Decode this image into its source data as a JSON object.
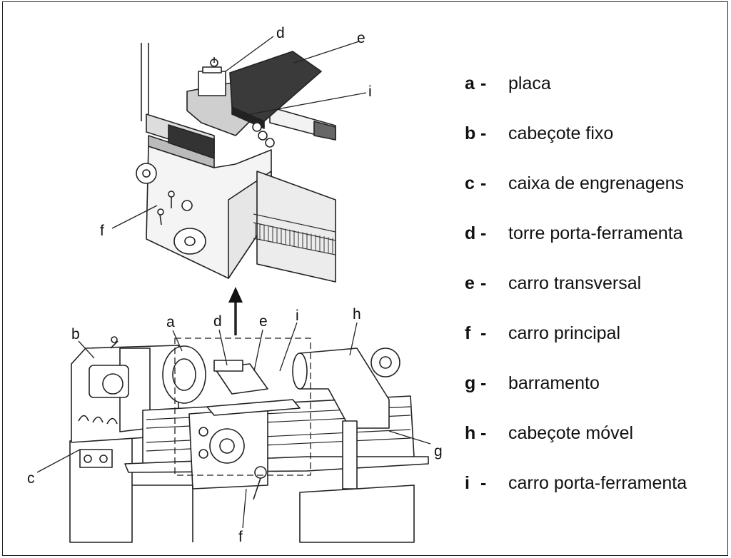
{
  "diagram": {
    "detail_labels": {
      "d": "d",
      "e": "e",
      "i": "i",
      "f": "f"
    },
    "main_labels": {
      "a": "a",
      "b": "b",
      "c": "c",
      "d": "d",
      "e": "e",
      "f": "f",
      "g": "g",
      "h": "h",
      "i": "i"
    }
  },
  "legend": [
    {
      "key": "a",
      "sep": "-",
      "text": "placa"
    },
    {
      "key": "b",
      "sep": "-",
      "text": "cabeçote fixo"
    },
    {
      "key": "c",
      "sep": "-",
      "text": "caixa de engrenagens"
    },
    {
      "key": "d",
      "sep": "-",
      "text": "torre porta-ferramenta"
    },
    {
      "key": "e",
      "sep": "-",
      "text": "carro transversal"
    },
    {
      "key": "f",
      "sep": "-",
      "text": "carro principal"
    },
    {
      "key": "g",
      "sep": "-",
      "text": "barramento"
    },
    {
      "key": "h",
      "sep": "-",
      "text": "cabeçote móvel"
    },
    {
      "key": "i",
      "sep": "-",
      "text": "carro porta-ferramenta"
    }
  ]
}
